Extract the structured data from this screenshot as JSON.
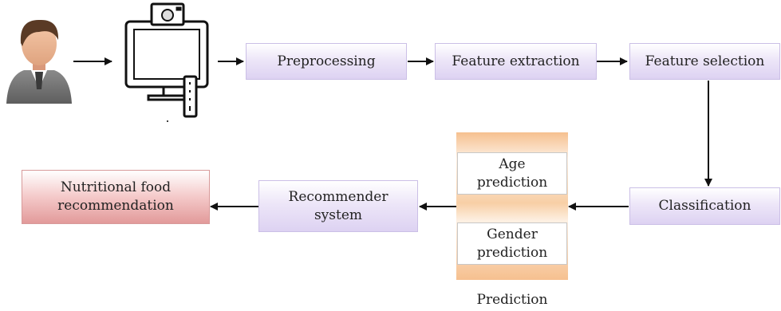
{
  "nodes": {
    "preprocessing": "Preprocessing",
    "feature_extraction": "Feature extraction",
    "feature_selection": "Feature selection",
    "classification": "Classification",
    "age_prediction_1": "Age",
    "age_prediction_2": "prediction",
    "gender_prediction_1": "Gender",
    "gender_prediction_2": "prediction",
    "prediction_group": "Prediction",
    "recommender_1": "Recommender",
    "recommender_2": "system",
    "nutritional_1": "Nutritional food",
    "nutritional_2": "recommendation"
  },
  "icons": [
    "user-avatar-icon",
    "monitor-camera-icon"
  ],
  "colors": {
    "process_box": "#e6ddf5",
    "output_box": "#ecb3b3",
    "prediction_column": "#f8cfa6",
    "arrow": "#111111"
  }
}
